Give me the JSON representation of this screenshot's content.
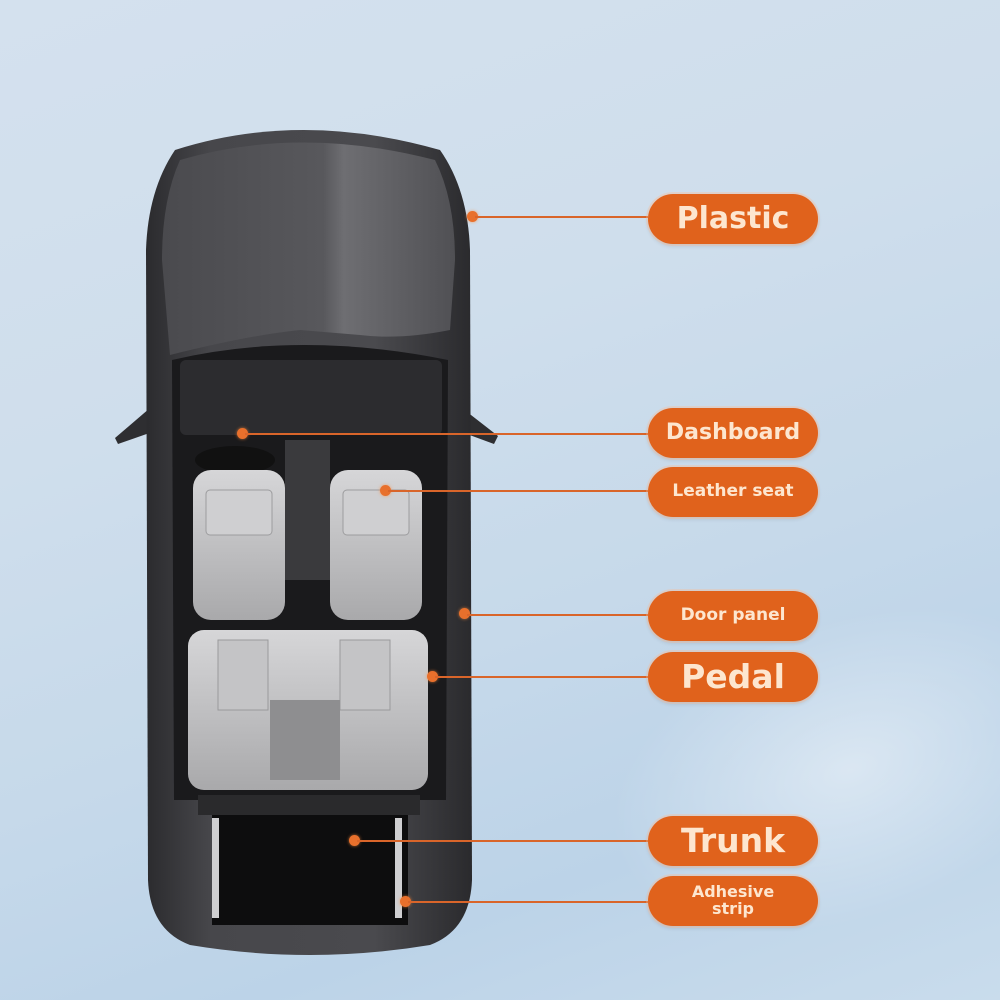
{
  "figure": {
    "subject": "top-down cutaway view of a dark grey car showing interior",
    "colors": {
      "background": "#cfdeec",
      "accent": "#e0621c",
      "label_text": "#fde6cf",
      "car_body": "#3a3a3d",
      "seat": "#b9b9bb"
    }
  },
  "labels": [
    {
      "id": "plastic",
      "text": "Plastic"
    },
    {
      "id": "dashboard",
      "text": "Dashboard"
    },
    {
      "id": "leather-seat",
      "text": "Leather seat"
    },
    {
      "id": "door-panel",
      "text": "Door panel"
    },
    {
      "id": "pedal",
      "text": "Pedal"
    },
    {
      "id": "trunk",
      "text": "Trunk"
    },
    {
      "id": "adhesive-strip",
      "text": "Adhesive strip"
    }
  ]
}
